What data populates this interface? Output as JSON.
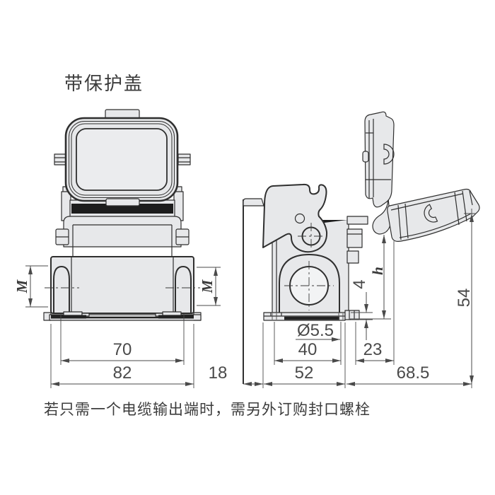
{
  "title": "带保护盖",
  "note": "若只需一个电缆输出端时，需另外订购封口螺栓",
  "colors": {
    "outline": "#2f2f2f",
    "fill": "#e7e8ea",
    "gasket": "#1d1d1d",
    "dimension": "#4a4a4a",
    "background": "#ffffff"
  },
  "front_view": {
    "dims": {
      "thread_left": "M",
      "thread_right": "M",
      "gland_spacing": "70",
      "overall_width": "82"
    }
  },
  "side_view": {
    "dims": {
      "panel_depth": "18",
      "hole_diameter": "Ø5.5",
      "hole_spacing": "40",
      "hinge_offset": "23",
      "flange_width": "52",
      "open_cover_depth": "68.5",
      "overall_height": "54",
      "flange_thickness": "4",
      "pivot_height": "h"
    }
  }
}
